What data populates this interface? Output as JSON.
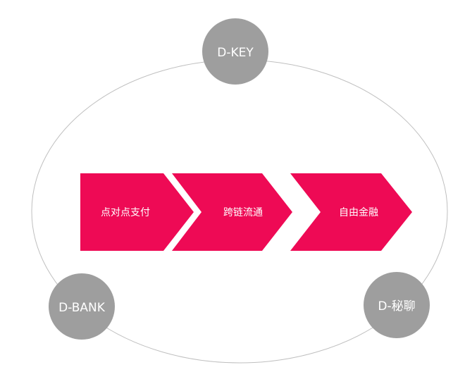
{
  "colors": {
    "background": "#ffffff",
    "ring_stroke": "#bfbfbf",
    "node_fill": "#9e9e9e",
    "node_text": "#ffffff",
    "arrow_fill": "#ee0a55",
    "arrow_text": "#ffffff"
  },
  "nodes": {
    "top": {
      "label": "D-KEY"
    },
    "bottom_left": {
      "label": "D-BANK"
    },
    "bottom_right": {
      "label": "D-秘聊"
    }
  },
  "steps": [
    {
      "label": "点对点支付"
    },
    {
      "label": "跨链流通"
    },
    {
      "label": "自由金融"
    }
  ]
}
